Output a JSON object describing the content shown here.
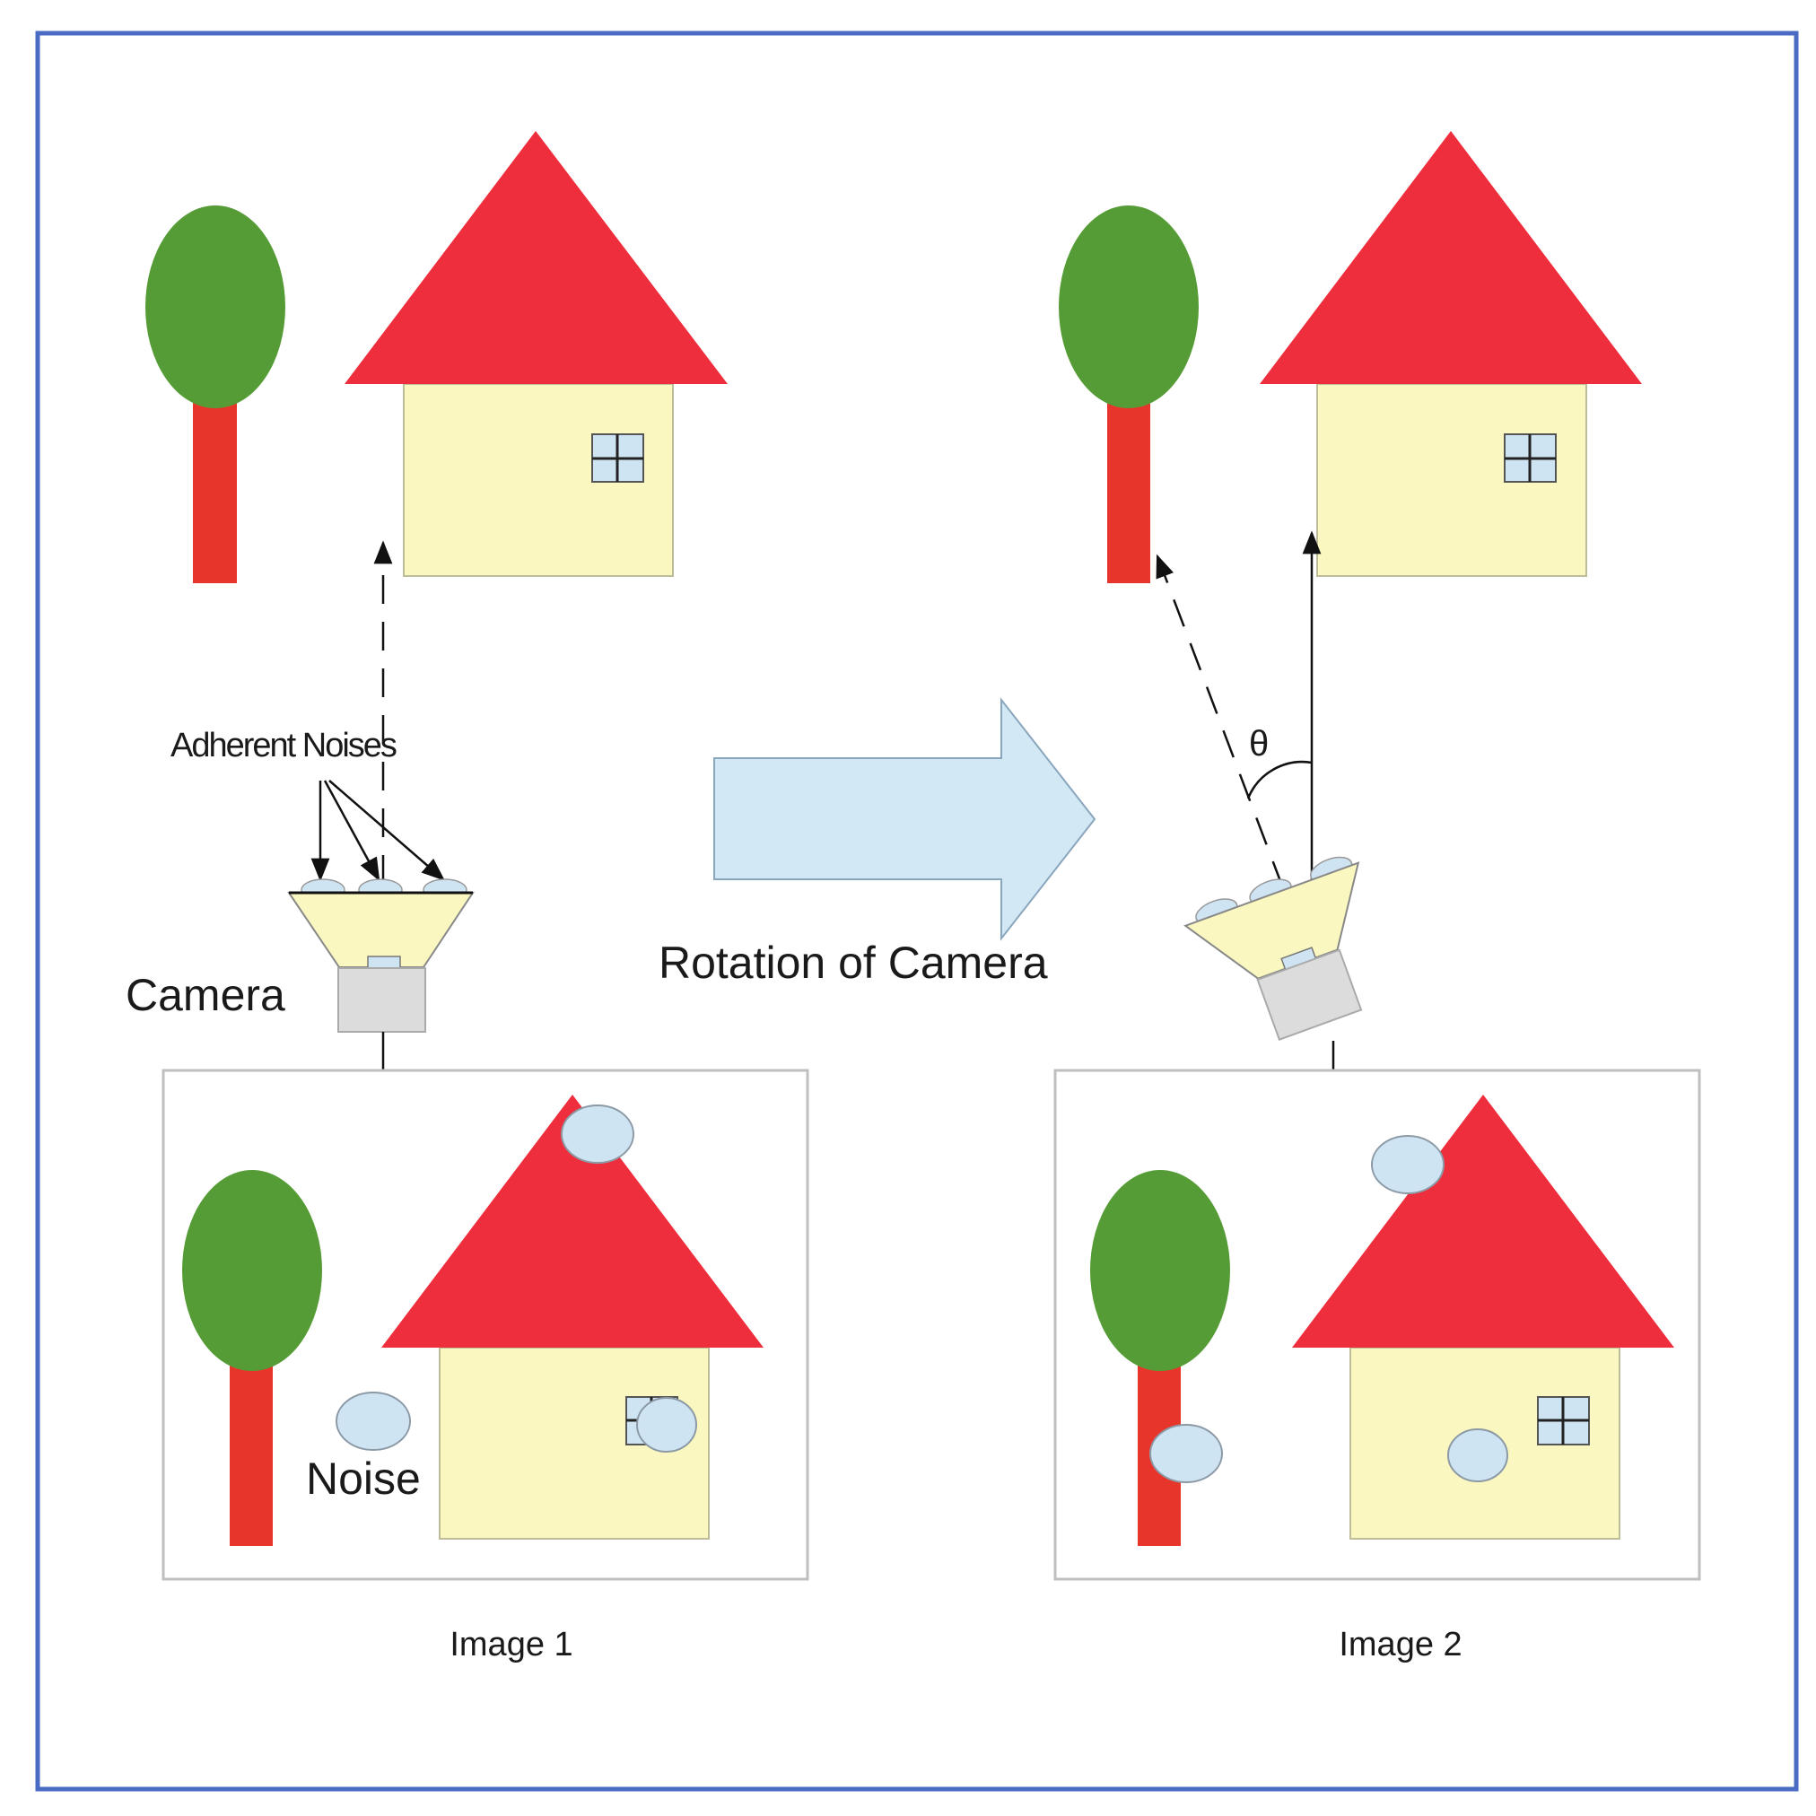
{
  "labels": {
    "adherent_noises": "Adherent Noises",
    "camera": "Camera",
    "noise": "Noise",
    "rotation": "Rotation of Camera",
    "theta": "θ",
    "image1": "Image 1",
    "image2": "Image 2"
  },
  "colors": {
    "frame_border": "#4a6bc4",
    "roof": "#ee2e3c",
    "wall": "#faf8c0",
    "window": "#cfe4f3",
    "foliage": "#559c36",
    "trunk": "#e8352b",
    "noise": "#cfe4f3",
    "camera_body": "#dcdcdc",
    "lens": "#faf8c0",
    "arrow_fill": "#d2e8f4"
  }
}
